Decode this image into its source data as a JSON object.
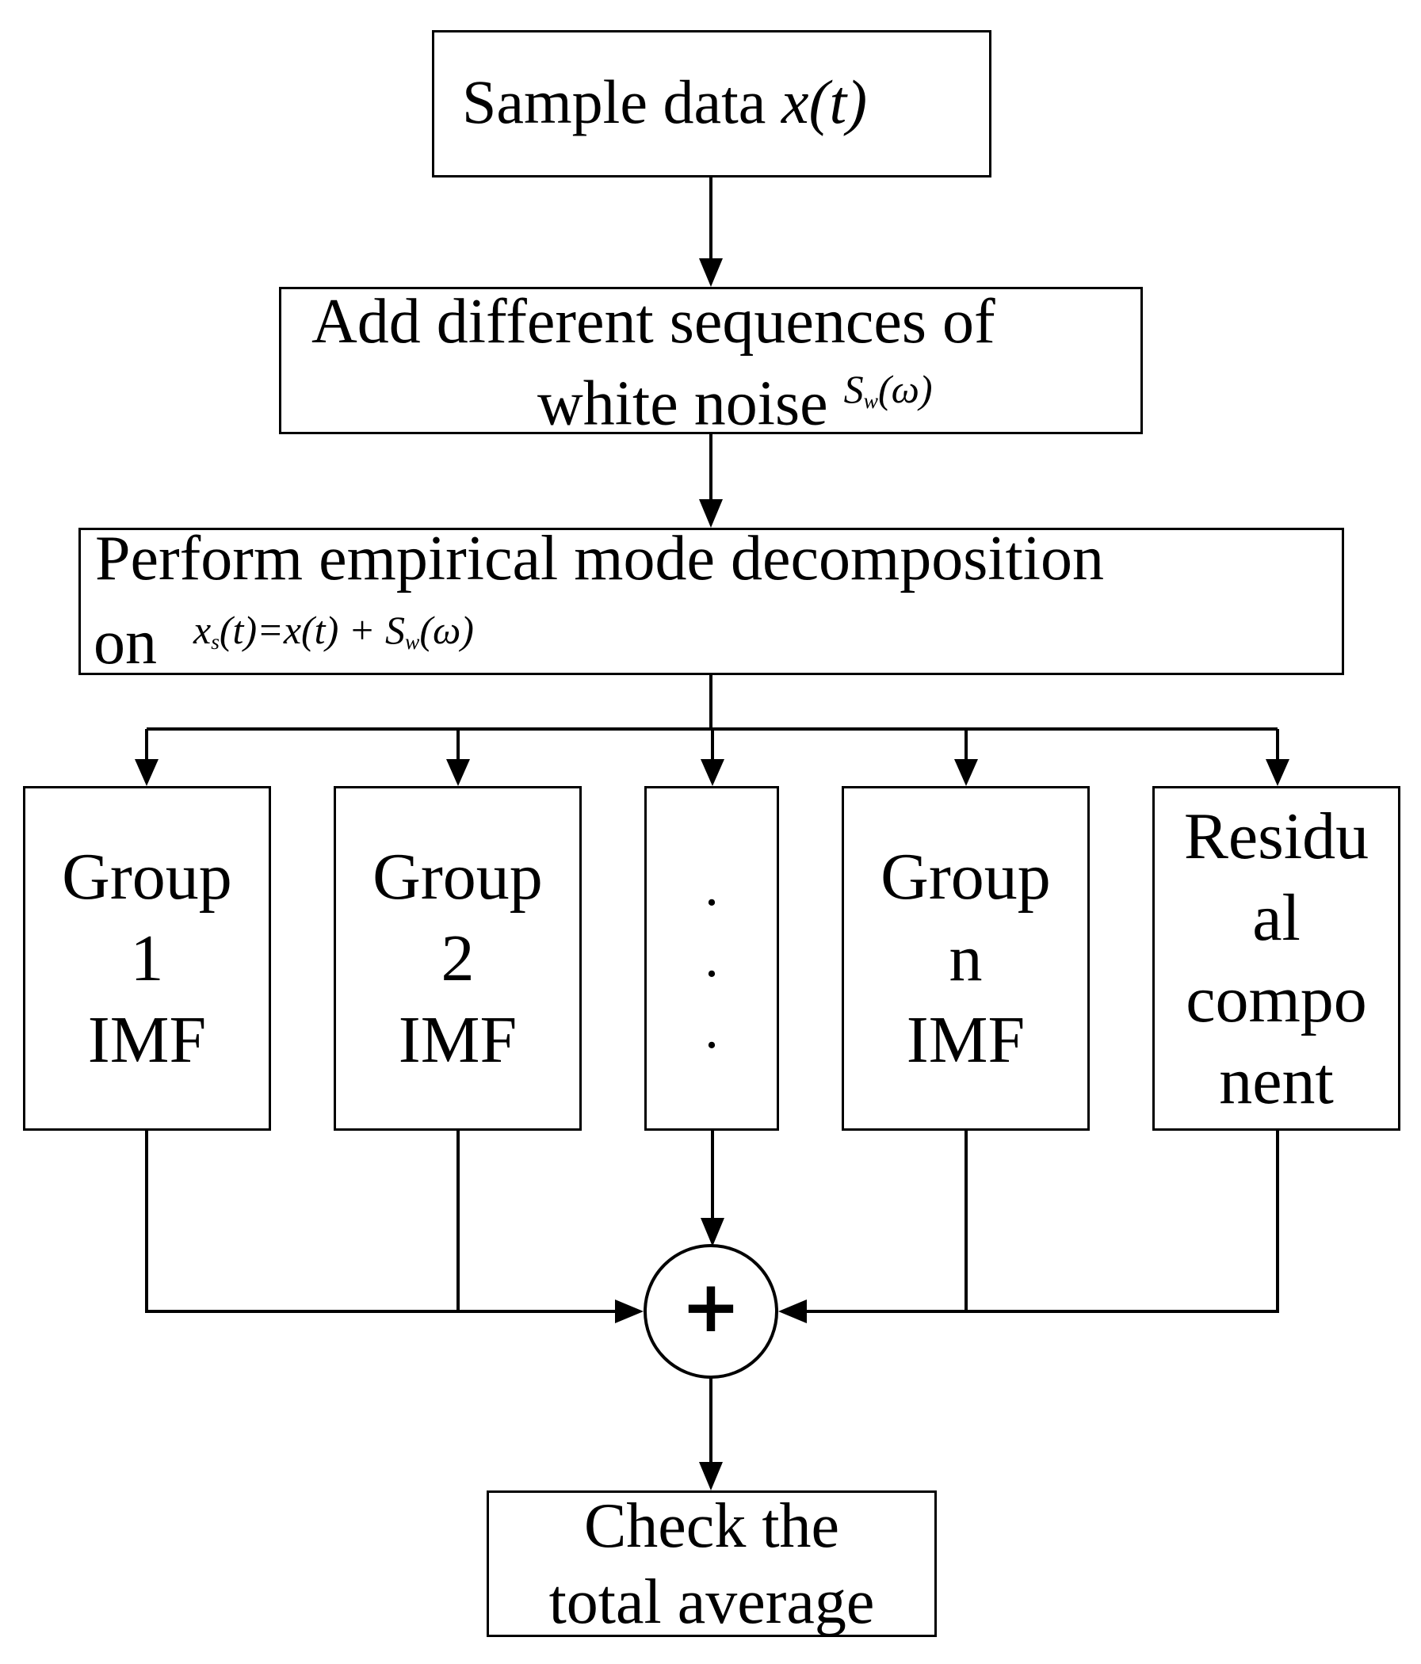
{
  "nodes": {
    "sample": {
      "label": "Sample data",
      "math": "x(t)"
    },
    "noise": {
      "line1": "Add different sequences of",
      "line2": "white noise",
      "math_base": "S",
      "math_sub": "w",
      "math_rest": "(ω)"
    },
    "emd": {
      "line1": "Perform empirical mode decomposition",
      "line2": "on",
      "math_a": "x",
      "math_a_sub": "s",
      "math_b": "(t)=x(t) + S",
      "math_b_sub": "w",
      "math_c": "(ω)"
    },
    "groups": [
      {
        "lines": [
          "Group",
          "1",
          "IMF"
        ]
      },
      {
        "lines": [
          "Group",
          "2",
          "IMF"
        ]
      },
      {
        "lines": [
          ".",
          ".",
          "."
        ]
      },
      {
        "lines": [
          "Group",
          "n",
          "IMF"
        ]
      },
      {
        "lines": [
          "Residu",
          "al",
          "compo",
          "nent"
        ]
      }
    ],
    "sum": {
      "symbol": "+"
    },
    "result": {
      "line1": "Check the",
      "line2": "total average"
    }
  }
}
